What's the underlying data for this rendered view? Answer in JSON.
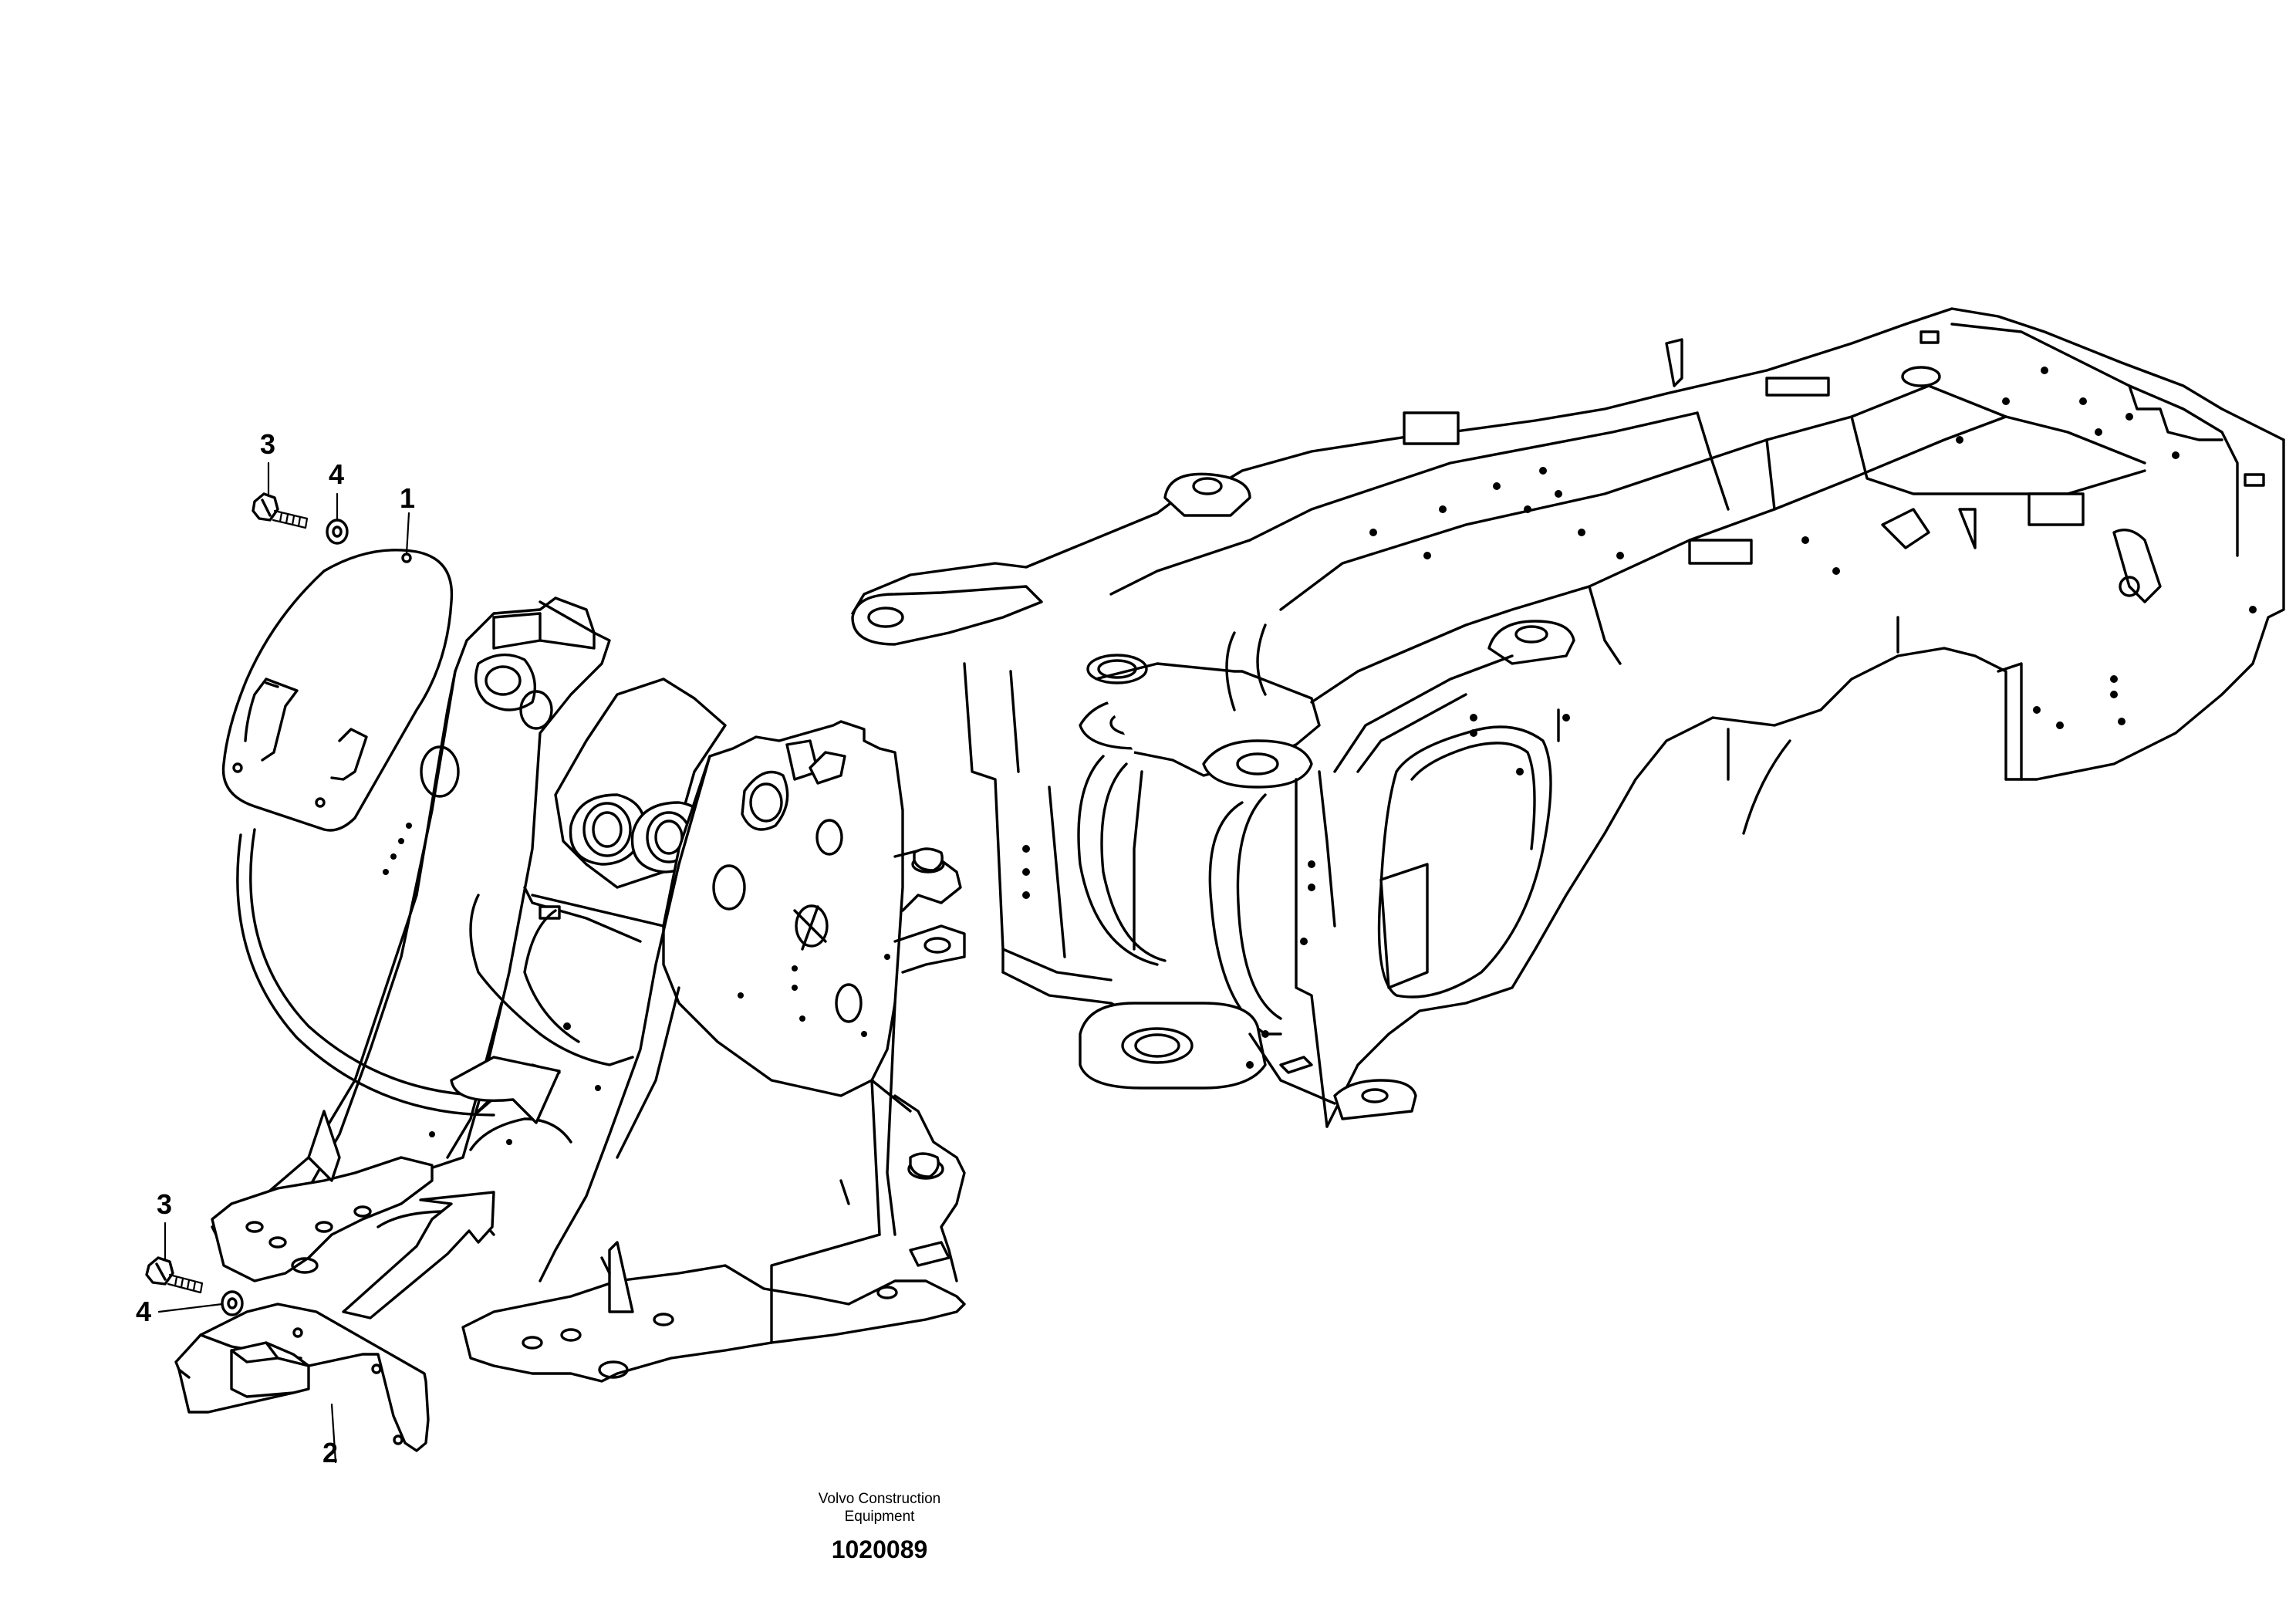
{
  "callouts": {
    "c1": "1",
    "c2": "2",
    "c3_top": "3",
    "c4_top": "4",
    "c3_bottom": "3",
    "c4_bottom": "4"
  },
  "caption": {
    "line1": "Volvo Construction",
    "line2": "Equipment"
  },
  "part_number": "1020089"
}
